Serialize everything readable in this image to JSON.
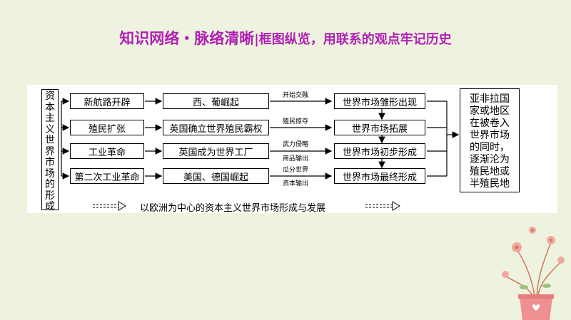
{
  "title": {
    "main": "知识网络・脉络清晰",
    "sub": "|框图纵览，用联系的观点牢记历史"
  },
  "diagram": {
    "left_label": [
      "资",
      "本",
      "主",
      "义",
      "世",
      "界",
      "市",
      "场",
      "的",
      "形",
      "成"
    ],
    "col1": [
      "新航路开辟",
      "殖民扩张",
      "工业革命",
      "第二次工业革命"
    ],
    "col2": [
      "西、葡崛起",
      "英国确立世界殖民霸权",
      "英国成为世界工厂",
      "美国、德国崛起"
    ],
    "arrow_labels": {
      "row1": "开始交融",
      "row2": "殖民掠夺",
      "row3a": "武力侵略",
      "row3b": "商品输出",
      "row4a": "瓜分世界",
      "row4b": "资本输出"
    },
    "col3": [
      "世界市场雏形出现",
      "世界市场拓展",
      "世界市场初步形成",
      "世界市场最终形成"
    ],
    "right_label": [
      "亚非拉国",
      "家或地区",
      "在被卷入",
      "世界市场",
      "的同时，",
      "逐渐沦为",
      "殖民地或",
      "半殖民地"
    ],
    "legend": "以欧洲为中心的资本主义世界市场形成与发展"
  },
  "colors": {
    "title": "#b021b4",
    "background": "#eef3df"
  }
}
